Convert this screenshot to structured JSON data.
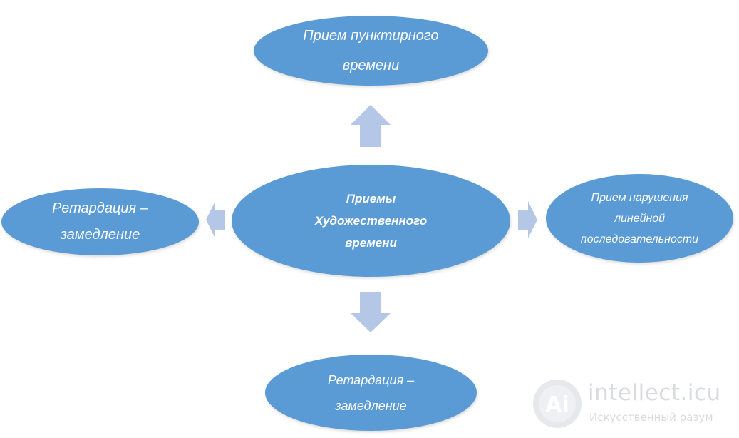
{
  "diagram": {
    "center": {
      "label": "Приемы\nХудожественного\nвремени"
    },
    "nodes": {
      "top": {
        "label": "Прием пунктирного\nвремени"
      },
      "left": {
        "label": "Ретардация –\nзамедление"
      },
      "right": {
        "label": "Прием нарушения\nлинейной\nпоследовательности"
      },
      "bottom": {
        "label": "Ретардация –\nзамедление"
      }
    }
  },
  "colors": {
    "ellipse_fill": "#5b9bd5",
    "arrow_fill": "#b4c7e7",
    "text": "#ffffff",
    "watermark": "#d9dbe0"
  },
  "watermark": {
    "logo_text": "Ai",
    "title": "intellect.icu",
    "subtitle": "Искусственный разум"
  }
}
